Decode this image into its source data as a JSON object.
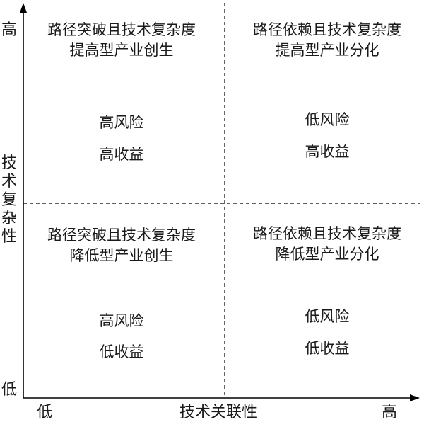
{
  "axes": {
    "y_title": "技术复杂性",
    "y_high": "高",
    "y_low": "低",
    "x_title": "技术关联性",
    "x_low": "低",
    "x_high": "高"
  },
  "quadrants": {
    "top_left": {
      "title_line1": "路径突破且技术复杂度",
      "title_line2": "提高型产业创生",
      "risk": "高风险",
      "return": "高收益"
    },
    "top_right": {
      "title_line1": "路径依赖且技术复杂度",
      "title_line2": "提高型产业分化",
      "risk": "低风险",
      "return": "高收益"
    },
    "bottom_left": {
      "title_line1": "路径突破且技术复杂度",
      "title_line2": "降低型产业创生",
      "risk": "高风险",
      "return": "低收益"
    },
    "bottom_right": {
      "title_line1": "路径依赖且技术复杂度",
      "title_line2": "降低型产业分化",
      "risk": "低风险",
      "return": "低收益"
    }
  }
}
